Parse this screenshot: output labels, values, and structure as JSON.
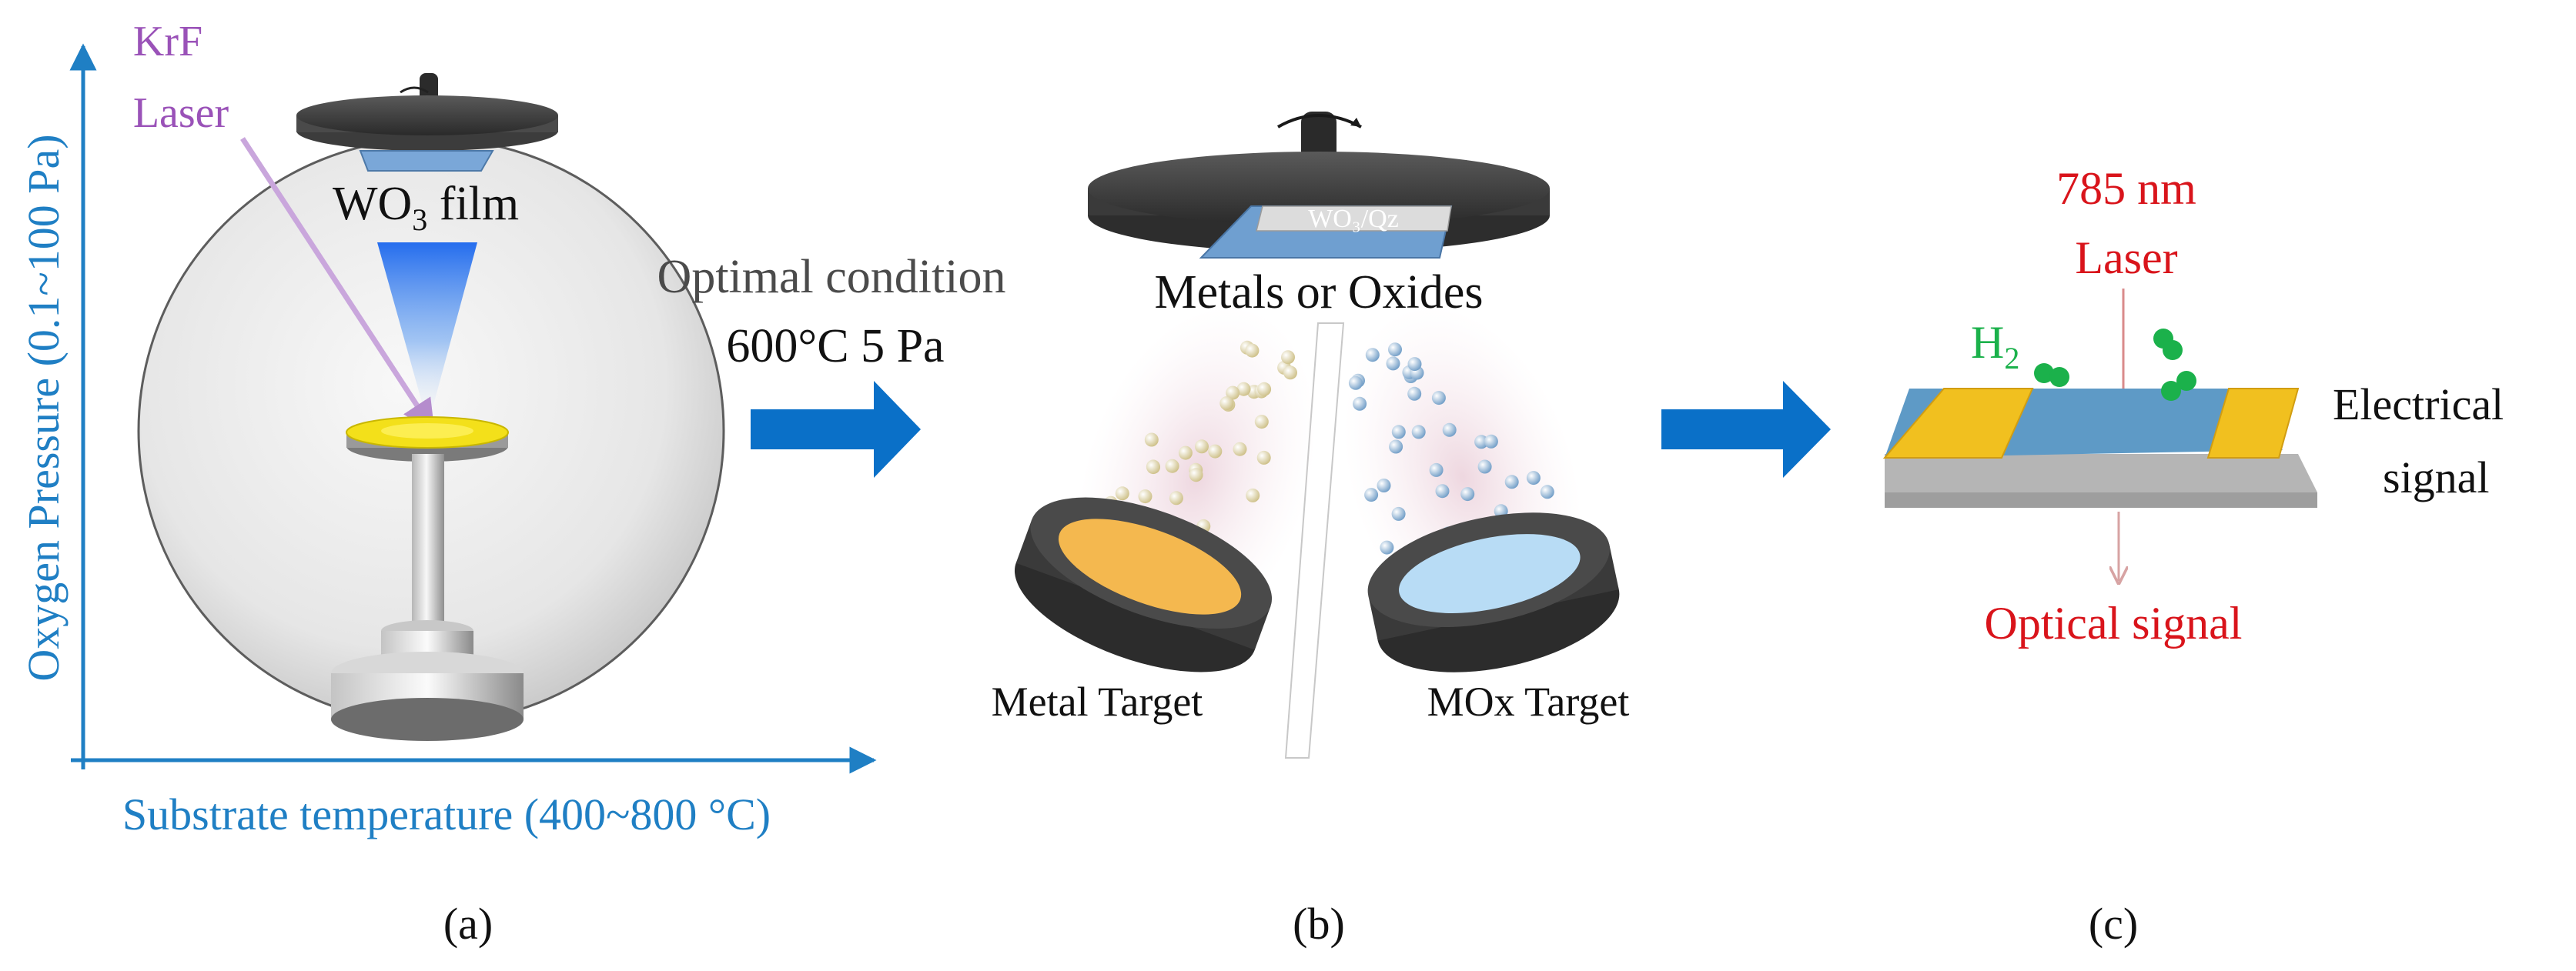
{
  "panel_a": {
    "laser_line1": "KrF",
    "laser_line2": "Laser",
    "film_label_prefix": "WO",
    "film_label_sub": "3",
    "film_label_suffix": " film",
    "y_axis_label": "Oxygen Pressure (0.1~100 Pa)",
    "x_axis_label": "Substrate temperature (400~800 °C)",
    "caption": "(a)"
  },
  "arrow_ab": {
    "line1": "Optimal condition",
    "line2": "600°C 5 Pa"
  },
  "panel_b": {
    "substrate_label": "WO₃/Qz",
    "deposit_label": "Metals or Oxides",
    "metal_target": "Metal Target",
    "mox_target": "MOx Target",
    "caption": "(b)"
  },
  "panel_c": {
    "laser_line1": "785 nm",
    "laser_line2": "Laser",
    "h2_prefix": "H",
    "h2_sub": "2",
    "electrical_line1": "Electrical",
    "electrical_line2": "signal",
    "optical_label": "Optical signal",
    "caption": "(c)"
  },
  "colors": {
    "axis_blue": "#1f7fc4",
    "laser_purple": "#9a52b8",
    "red_text": "#d9141b",
    "h2_green": "#1bb14b",
    "flow_arrow_blue": "#0a70c8",
    "electrode_gold": "#f1c01f",
    "film_blue": "#5e9ac6",
    "plume_blue": "#1f6ff0",
    "dark_gray": "#3a3a3a"
  }
}
